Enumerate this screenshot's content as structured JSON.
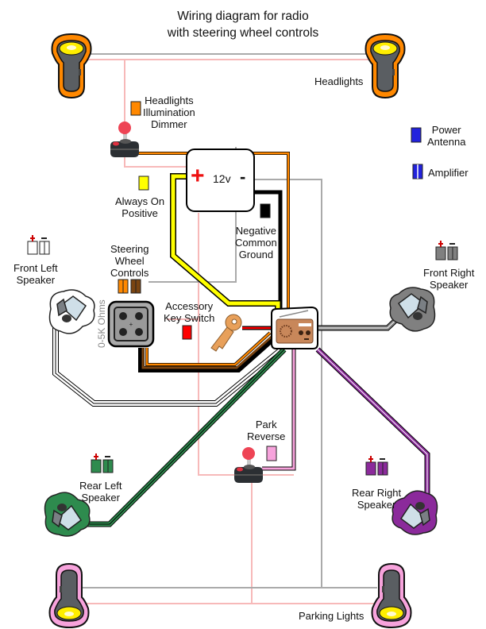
{
  "title": {
    "line1": "Wiring diagram for radio",
    "line2": "with steering wheel controls"
  },
  "colors": {
    "headlights": "#ff8800",
    "parking_lights": "#f7a3dc",
    "always_on_positive": "#ffff00",
    "negative_ground": "#000000",
    "accessory": "#ff0000",
    "illumination": "#ff8800",
    "steering_a": "#ff8800",
    "steering_b": "#7a4411",
    "power_antenna": "#2222dd",
    "amplifier": "#2222dd",
    "front_left": "#ffffff",
    "front_right": "#808080",
    "rear_left": "#2e8b4e",
    "rear_right": "#8b2a9b",
    "park_reverse": "#f7a3dc",
    "signal_wire": "#aaaaaa",
    "power_wire": "#f7b9b9"
  },
  "labels": {
    "headlights": "Headlights",
    "illumination": [
      "Headlights",
      "Illumination",
      "Dimmer"
    ],
    "power_antenna": [
      "Power",
      "Antenna"
    ],
    "amplifier": "Amplifier",
    "always_on": [
      "Always On",
      "Positive"
    ],
    "battery_plus": "+",
    "battery_voltage": "12v",
    "battery_minus": "-",
    "negative_ground": [
      "Negative",
      "Common",
      "Ground"
    ],
    "front_left": [
      "Front Left",
      "Speaker"
    ],
    "front_right": [
      "Front Right",
      "Speaker"
    ],
    "steering": [
      "Steering",
      "Wheel",
      "Controls"
    ],
    "resistance": "0-5K Ohms",
    "accessory": [
      "Accessory",
      "Key Switch"
    ],
    "park_reverse": [
      "Park",
      "Reverse"
    ],
    "rear_left": [
      "Rear Left",
      "Speaker"
    ],
    "rear_right": [
      "Rear Right",
      "Speaker"
    ],
    "parking_lights": "Parking Lights",
    "plus_sign": "+",
    "minus_sign": "-"
  }
}
